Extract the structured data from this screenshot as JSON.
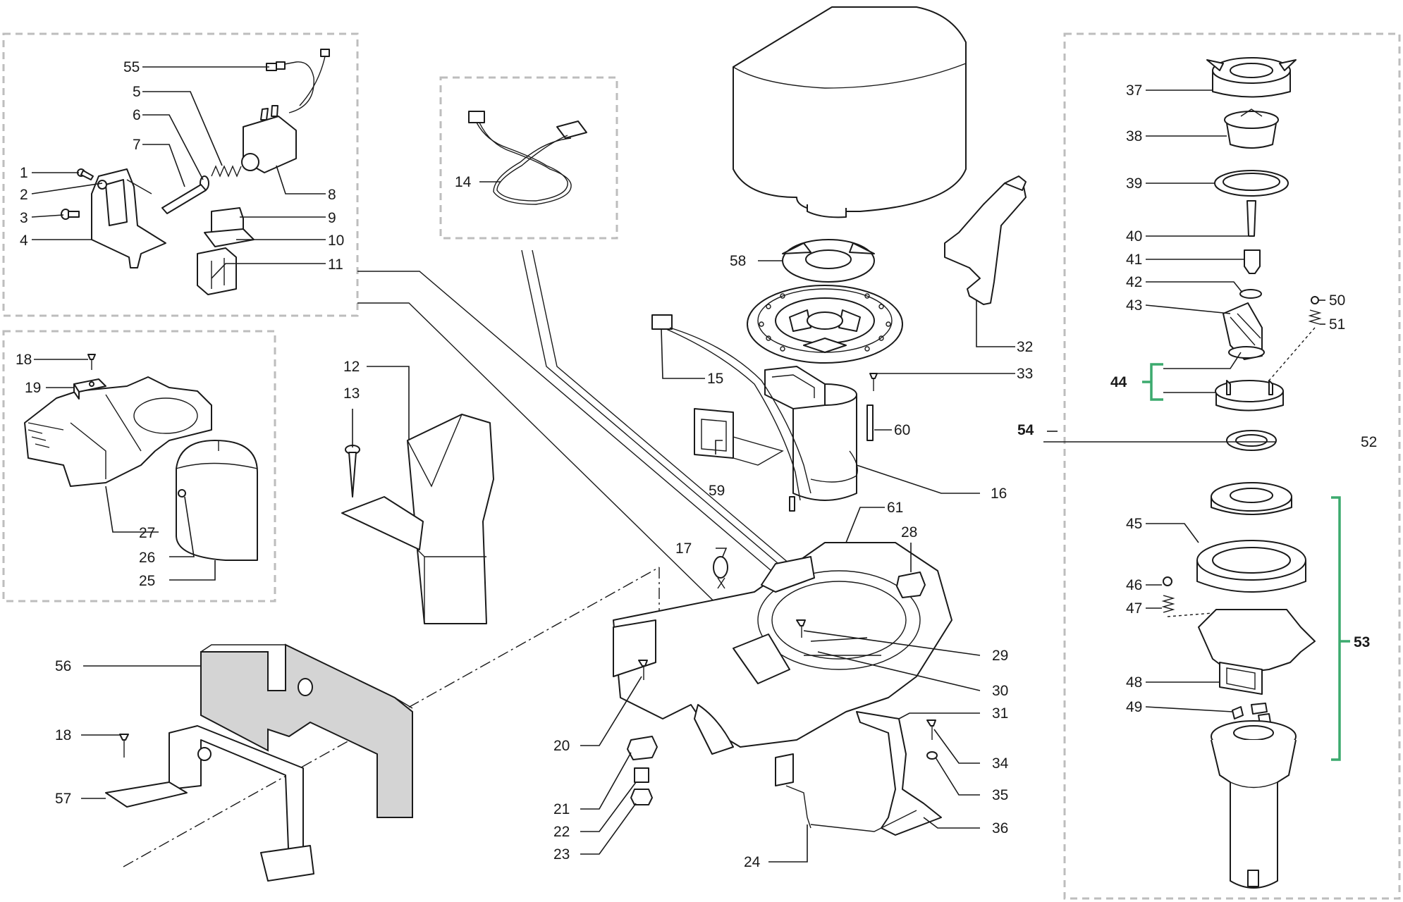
{
  "labels": {
    "p1": "1",
    "p2": "2",
    "p3": "3",
    "p4": "4",
    "p5": "5",
    "p6": "6",
    "p7": "7",
    "p8": "8",
    "p9": "9",
    "p10": "10",
    "p11": "11",
    "p12": "12",
    "p13": "13",
    "p14": "14",
    "p15": "15",
    "p16": "16",
    "p17": "17",
    "p18a": "18",
    "p18b": "18",
    "p19": "19",
    "p20": "20",
    "p21": "21",
    "p22": "22",
    "p23": "23",
    "p24": "24",
    "p25": "25",
    "p26": "26",
    "p27": "27",
    "p28": "28",
    "p29": "29",
    "p30": "30",
    "p31": "31",
    "p32": "32",
    "p33": "33",
    "p34": "34",
    "p35": "35",
    "p36": "36",
    "p37": "37",
    "p38": "38",
    "p39": "39",
    "p40": "40",
    "p41": "41",
    "p42": "42",
    "p43": "43",
    "p44": "44",
    "p45": "45",
    "p46": "46",
    "p47": "47",
    "p48": "48",
    "p49": "49",
    "p50": "50",
    "p51": "51",
    "p52": "52",
    "p53": "53",
    "p54": "54",
    "p55": "55",
    "p56": "56",
    "p57": "57",
    "p58": "58",
    "p59": "59",
    "p60": "60",
    "p61": "61"
  },
  "colors": {
    "assembly_bracket": "#3caa6e",
    "detail_frame": "#bdbdbd",
    "insulation_fill": "#d4d4d4"
  }
}
